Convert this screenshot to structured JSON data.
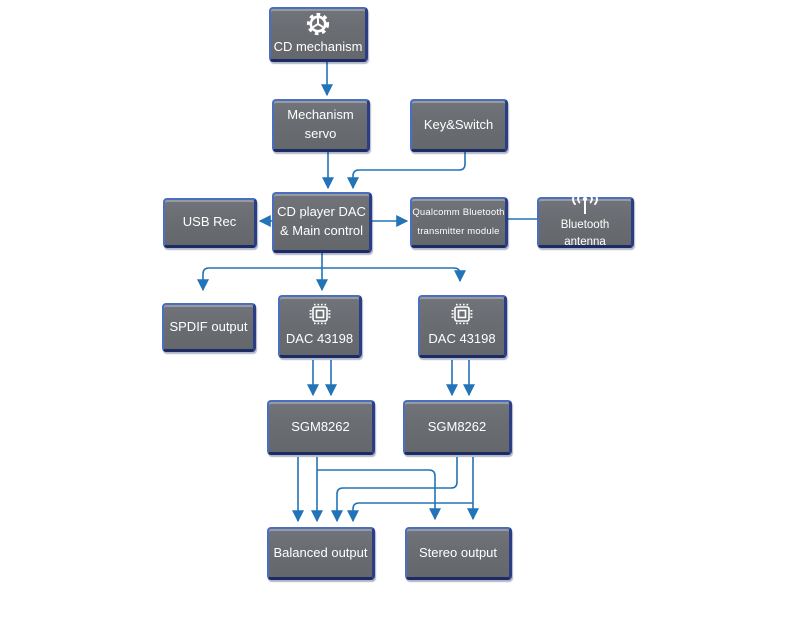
{
  "nodes": {
    "cd_mechanism": {
      "label": "CD mechanism",
      "icon": "gear-icon"
    },
    "mechanism_servo": {
      "line1": "Mechanism",
      "line2": "servo"
    },
    "key_switch": {
      "label": "Key&Switch"
    },
    "usb_rec": {
      "label": "USB Rec"
    },
    "cd_player_dac": {
      "line1": "CD player DAC",
      "line2": "& Main control"
    },
    "qualcomm_bt": {
      "line1": "Qualcomm Bluetooth",
      "line2": "transmitter module"
    },
    "bt_antenna": {
      "label": "Bluetooth antenna",
      "icon": "antenna-icon"
    },
    "spdif": {
      "label": "SPDIF output"
    },
    "dac_left": {
      "label": "DAC 43198",
      "icon": "chip-icon"
    },
    "dac_right": {
      "label": "DAC 43198",
      "icon": "chip-icon"
    },
    "sgm_left": {
      "label": "SGM8262"
    },
    "sgm_right": {
      "label": "SGM8262"
    },
    "balanced_out": {
      "label": "Balanced output"
    },
    "stereo_out": {
      "label": "Stereo output"
    }
  },
  "edges": [
    {
      "from": "cd_mechanism",
      "to": "mechanism_servo",
      "arrow": true
    },
    {
      "from": "mechanism_servo",
      "to": "cd_player_dac",
      "arrow": true
    },
    {
      "from": "key_switch",
      "to": "cd_player_dac",
      "arrow": true
    },
    {
      "from": "cd_player_dac",
      "to": "usb_rec",
      "arrow": true
    },
    {
      "from": "cd_player_dac",
      "to": "qualcomm_bt",
      "arrow": true
    },
    {
      "from": "qualcomm_bt",
      "to": "bt_antenna",
      "arrow": false
    },
    {
      "from": "cd_player_dac",
      "to": "spdif",
      "arrow": true
    },
    {
      "from": "cd_player_dac",
      "to": "dac_left",
      "arrow": true
    },
    {
      "from": "cd_player_dac",
      "to": "dac_right",
      "arrow": true
    },
    {
      "from": "dac_left",
      "to": "sgm_left",
      "arrow": true,
      "count": 2
    },
    {
      "from": "dac_right",
      "to": "sgm_right",
      "arrow": true,
      "count": 2
    },
    {
      "from": "sgm_left",
      "to": "balanced_out",
      "arrow": true,
      "count": 2
    },
    {
      "from": "sgm_left",
      "to": "stereo_out",
      "arrow": true,
      "count": 1
    },
    {
      "from": "sgm_right",
      "to": "balanced_out",
      "arrow": true,
      "count": 2
    },
    {
      "from": "sgm_right",
      "to": "stereo_out",
      "arrow": true,
      "count": 1
    }
  ],
  "colors": {
    "box_fill": "#6a6d72",
    "box_border_light": "#4a6fc0",
    "box_border_dark": "#1c2b63",
    "connector": "#2273b8",
    "text": "#ffffff",
    "background": "#ffffff"
  }
}
